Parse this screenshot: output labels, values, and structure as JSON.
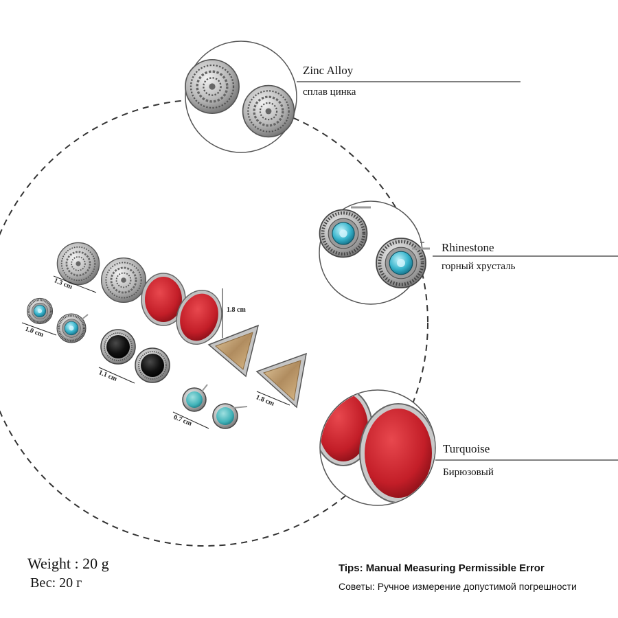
{
  "callouts": [
    {
      "title": "Zinc Alloy",
      "subtitle": "сплав цинка",
      "icon": "zinc-alloy-stud"
    },
    {
      "title": "Rhinestone",
      "subtitle": "горный хрусталь",
      "icon": "rhinestone-stud"
    },
    {
      "title": "Turquoise",
      "subtitle": "Бирюзовый",
      "icon": "red-oval-stud"
    }
  ],
  "sizes": {
    "round_filigree": "1.3 cm",
    "sun_rhinestone": "1.0 cm",
    "red_oval": "1.8 cm",
    "black_round": "1.1 cm",
    "triangle": "1.8 cm",
    "small_turquoise": "0.7 cm"
  },
  "weight": {
    "en": "Weight : 20 g",
    "ru": "Вес: 20 г"
  },
  "tips": {
    "en": "Tips: Manual Measuring Permissible Error",
    "ru": "Советы: Ручное измерение допустимой погрешности"
  },
  "colors": {
    "silver": "#b9b9b9",
    "red_stone": "#c8202a",
    "black_stone": "#111111",
    "turquoise": "#3fb6c4",
    "triangle_stone": "#c9a878",
    "dashed_circle": "#333333"
  }
}
